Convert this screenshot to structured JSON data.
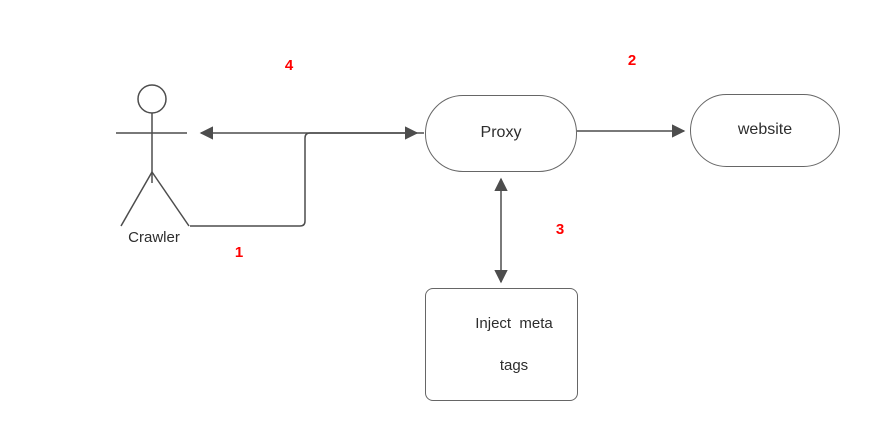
{
  "diagram": {
    "nodes": {
      "crawler": {
        "label": "Crawler"
      },
      "proxy": {
        "label": "Proxy"
      },
      "website": {
        "label": "website"
      },
      "inject": {
        "line1": "Inject  meta",
        "line2": "tags"
      }
    },
    "steps": {
      "s1": "1",
      "s2": "2",
      "s3": "3",
      "s4": "4"
    },
    "colors": {
      "step_label": "#ff0000",
      "connector_stroke": "#4d4d4d",
      "node_border": "#666666",
      "text": "#2d2d2d",
      "background": "#ffffff"
    }
  }
}
